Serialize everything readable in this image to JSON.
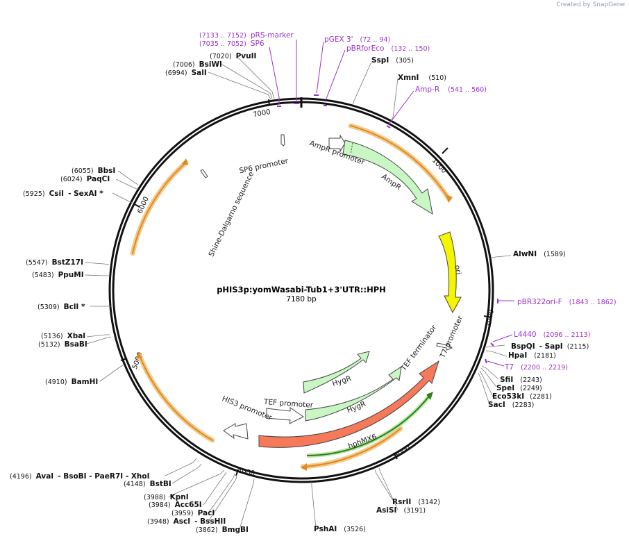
{
  "brand": {
    "prefix": "Created by",
    "name": "SnapGene"
  },
  "map": {
    "title": "pHIS3p:yomWasabi-Tub1+3'UTR::HPH",
    "length": "7180 bp",
    "ticks": [
      "1000",
      "2000",
      "3000",
      "4000",
      "5000",
      "6000",
      "7000"
    ]
  },
  "sites": [
    {
      "name": "PvuII",
      "pos": "(7020)"
    },
    {
      "name": "BsiWI",
      "pos": "(7006)"
    },
    {
      "name": "SalI",
      "pos": "(6994)"
    },
    {
      "name": "SspI",
      "pos": "(305)"
    },
    {
      "name": "XmnI",
      "pos": "(510)"
    },
    {
      "name": "BbsI",
      "pos": "(6055)"
    },
    {
      "name": "PaqCI",
      "pos": "(6024)"
    },
    {
      "name": "CsiI",
      "extra": "- SexAI *",
      "pos": "(5925)"
    },
    {
      "name": "AlwNI",
      "pos": "(1589)"
    },
    {
      "name": "BstZ17I",
      "pos": "(5547)"
    },
    {
      "name": "PpuMI",
      "pos": "(5483)"
    },
    {
      "name": "BclI *",
      "pos": "(5309)"
    },
    {
      "name": "XbaI",
      "pos": "(5136)"
    },
    {
      "name": "BsaBI",
      "pos": "(5132)"
    },
    {
      "name": "BspQI",
      "extra": "- SapI",
      "pos": "(2115)"
    },
    {
      "name": "HpaI",
      "pos": "(2181)"
    },
    {
      "name": "SfiI",
      "pos": "(2243)"
    },
    {
      "name": "SpeI",
      "pos": "(2249)"
    },
    {
      "name": "Eco53kI",
      "pos": "(2281)"
    },
    {
      "name": "SacI",
      "pos": "(2283)"
    },
    {
      "name": "BamHI",
      "pos": "(4910)"
    },
    {
      "name": "AvaI",
      "extra": "- BsoBI - PaeR7I - XhoI",
      "pos": "(4196)"
    },
    {
      "name": "BstBI",
      "pos": "(4148)"
    },
    {
      "name": "KpnI",
      "pos": "(3988)"
    },
    {
      "name": "Acc65I",
      "pos": "(3984)"
    },
    {
      "name": "PacI",
      "pos": "(3959)"
    },
    {
      "name": "AscI",
      "extra": "- BssHII",
      "pos": "(3948)"
    },
    {
      "name": "BmgBI",
      "pos": "(3862)"
    },
    {
      "name": "PshAI",
      "pos": "(3526)"
    },
    {
      "name": "RsrII",
      "pos": "(3142)"
    },
    {
      "name": "AsiSI",
      "pos": "(3191)"
    }
  ],
  "primers": [
    {
      "name": "pRS-marker",
      "pos": "(7133 .. 7152)"
    },
    {
      "name": "SP6",
      "pos": "(7035 .. 7052)"
    },
    {
      "name": "pGEX 3'",
      "pos": "(72 .. 94)"
    },
    {
      "name": "pBRforEco",
      "pos": "(132 .. 150)"
    },
    {
      "name": "Amp-R",
      "pos": "(541 .. 560)"
    },
    {
      "name": "pBR322ori-F",
      "pos": "(1843 .. 1862)"
    },
    {
      "name": "L4440",
      "pos": "(2096 .. 2113)"
    },
    {
      "name": "T7",
      "pos": "(2200 .. 2219)"
    }
  ],
  "features": [
    {
      "name": "SP6 promoter"
    },
    {
      "name": "AmpR promoter"
    },
    {
      "name": "AmpR"
    },
    {
      "name": "ori"
    },
    {
      "name": "Shine-Dalgarno sequence"
    },
    {
      "name": "T7 promoter"
    },
    {
      "name": "TEF terminator"
    },
    {
      "name": "HygR"
    },
    {
      "name": "HygR"
    },
    {
      "name": "TEF promoter"
    },
    {
      "name": "HIS3 promoter"
    },
    {
      "name": "hphMX6"
    }
  ],
  "colors": {
    "ampr": "#c9f7c4",
    "ori": "#f5f500",
    "hph": "#f6795a",
    "hygr": "#c9f7c4",
    "orf": "#f0a830",
    "primer": "#9b2fc9",
    "cds_green": "#2f7d1c"
  }
}
